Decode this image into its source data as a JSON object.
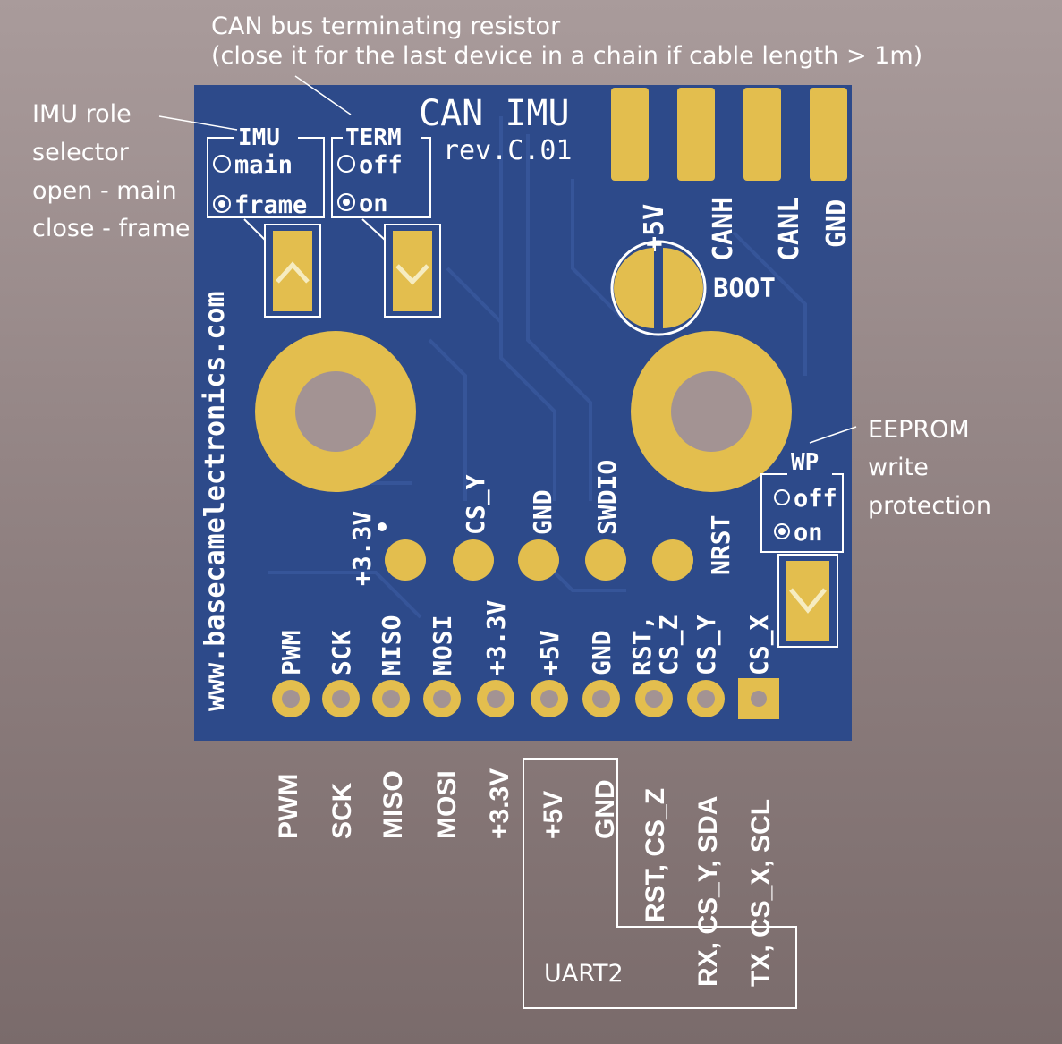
{
  "annotations": {
    "can_term_line1": "CAN bus terminating resistor",
    "can_term_line2": "(close it for the last device in a chain if cable length > 1m)",
    "imu_role": [
      "IMU role",
      "selector",
      "open - main",
      "close - frame"
    ],
    "eeprom": [
      "EEPROM",
      "write",
      "protection"
    ]
  },
  "board": {
    "title": "CAN IMU",
    "revision": "rev.C.01",
    "website": "www.basecamelectronics.com",
    "imu_box": {
      "title": "IMU",
      "opt1": "main",
      "opt2": "frame"
    },
    "term_box": {
      "title": "TERM",
      "opt1": "off",
      "opt2": "on"
    },
    "wp_box": {
      "title": "WP",
      "opt1": "off",
      "opt2": "on"
    },
    "can_pins": [
      "+5V",
      "CANH",
      "CANL",
      "GND"
    ],
    "boot_label": "BOOT",
    "mid_pins": [
      "+3.3V",
      "CS_Y",
      "GND",
      "SWDIO",
      "NRST"
    ],
    "header_pins": [
      "PWM",
      "SCK",
      "MISO",
      "MOSI",
      "+3.3V",
      "+5V",
      "GND",
      "RST, CS_Z",
      "CS_Y",
      "CS_X"
    ]
  },
  "bottom_labels": [
    "PWM",
    "SCK",
    "MISO",
    "MOSI",
    "+3.3V",
    "+5V",
    "GND",
    "RST, CS_Z",
    "RX, CS_Y, SDA",
    "TX, CS_X, SCL"
  ],
  "uart_label": "UART2",
  "colors": {
    "pcb": "#2d4a8a",
    "pad": "#e3be4e",
    "silk": "#ffffff",
    "background": "#958686"
  }
}
